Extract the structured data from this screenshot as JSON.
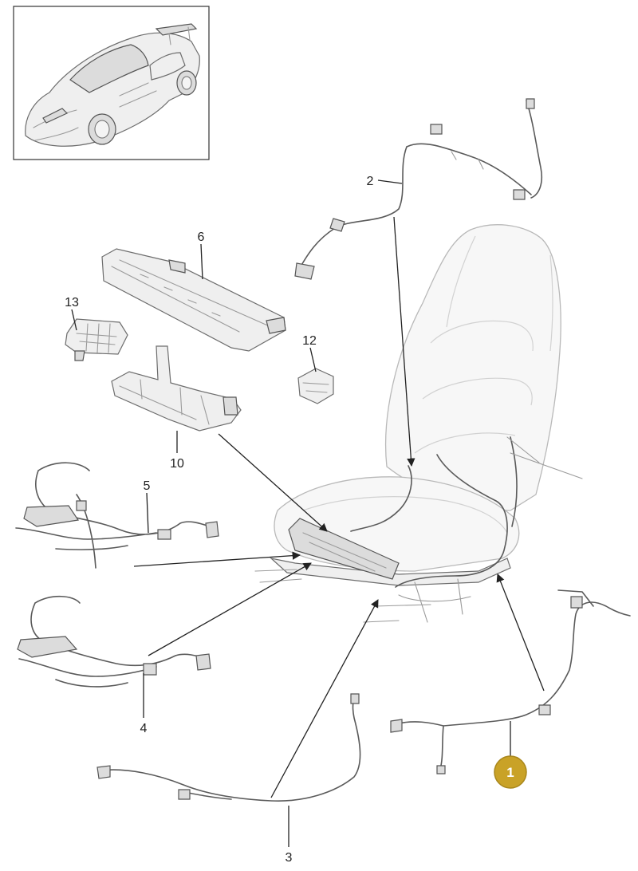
{
  "diagram": {
    "callouts": [
      {
        "id": "1",
        "label": "1",
        "highlighted": true
      },
      {
        "id": "2",
        "label": "2"
      },
      {
        "id": "3",
        "label": "3"
      },
      {
        "id": "4",
        "label": "4"
      },
      {
        "id": "5",
        "label": "5"
      },
      {
        "id": "6",
        "label": "6"
      },
      {
        "id": "10",
        "label": "10"
      },
      {
        "id": "12",
        "label": "12"
      },
      {
        "id": "13",
        "label": "13"
      }
    ],
    "colors": {
      "highlight": "#c9a227",
      "highlight_text": "#ffffff",
      "line": "#222222",
      "part_fill": "#efefef",
      "seat_fill": "#f7f7f7"
    }
  }
}
